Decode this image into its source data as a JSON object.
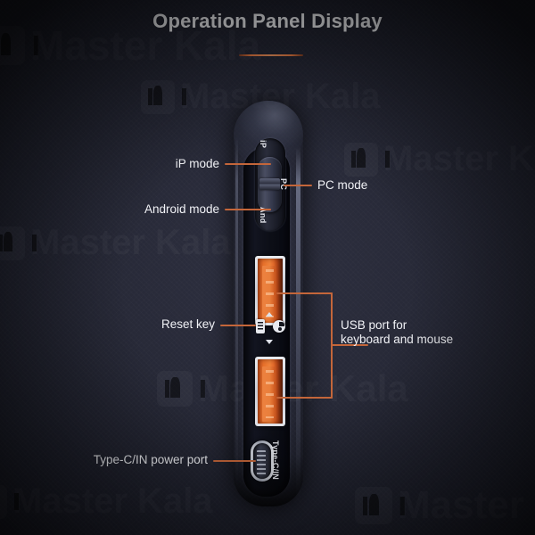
{
  "header": {
    "title": "Operation Panel Display",
    "accent_color": "#e0763f"
  },
  "device": {
    "name": "operation-panel-device",
    "body_color": "#1c1e2b",
    "port_color": "#e7702a"
  },
  "switch": {
    "positions": [
      {
        "key": "ip",
        "label": "iP"
      },
      {
        "key": "pc",
        "label": "PC"
      },
      {
        "key": "and",
        "label": "And"
      }
    ]
  },
  "device_markings": {
    "typec_port": "Type-C/IN"
  },
  "callouts": [
    {
      "id": "ip-mode",
      "label": "iP mode",
      "side": "left"
    },
    {
      "id": "pc-mode",
      "label": "PC mode",
      "side": "right"
    },
    {
      "id": "android-mode",
      "label": "Android mode",
      "side": "left"
    },
    {
      "id": "reset-key",
      "label": "Reset key",
      "side": "left"
    },
    {
      "id": "usb-port",
      "label_line1": "USB port for",
      "label_line2": "keyboard and mouse",
      "side": "right"
    },
    {
      "id": "typec-port",
      "label": "Type-C/IN power port",
      "side": "left"
    }
  ],
  "watermark": {
    "text": "Master Kala"
  }
}
